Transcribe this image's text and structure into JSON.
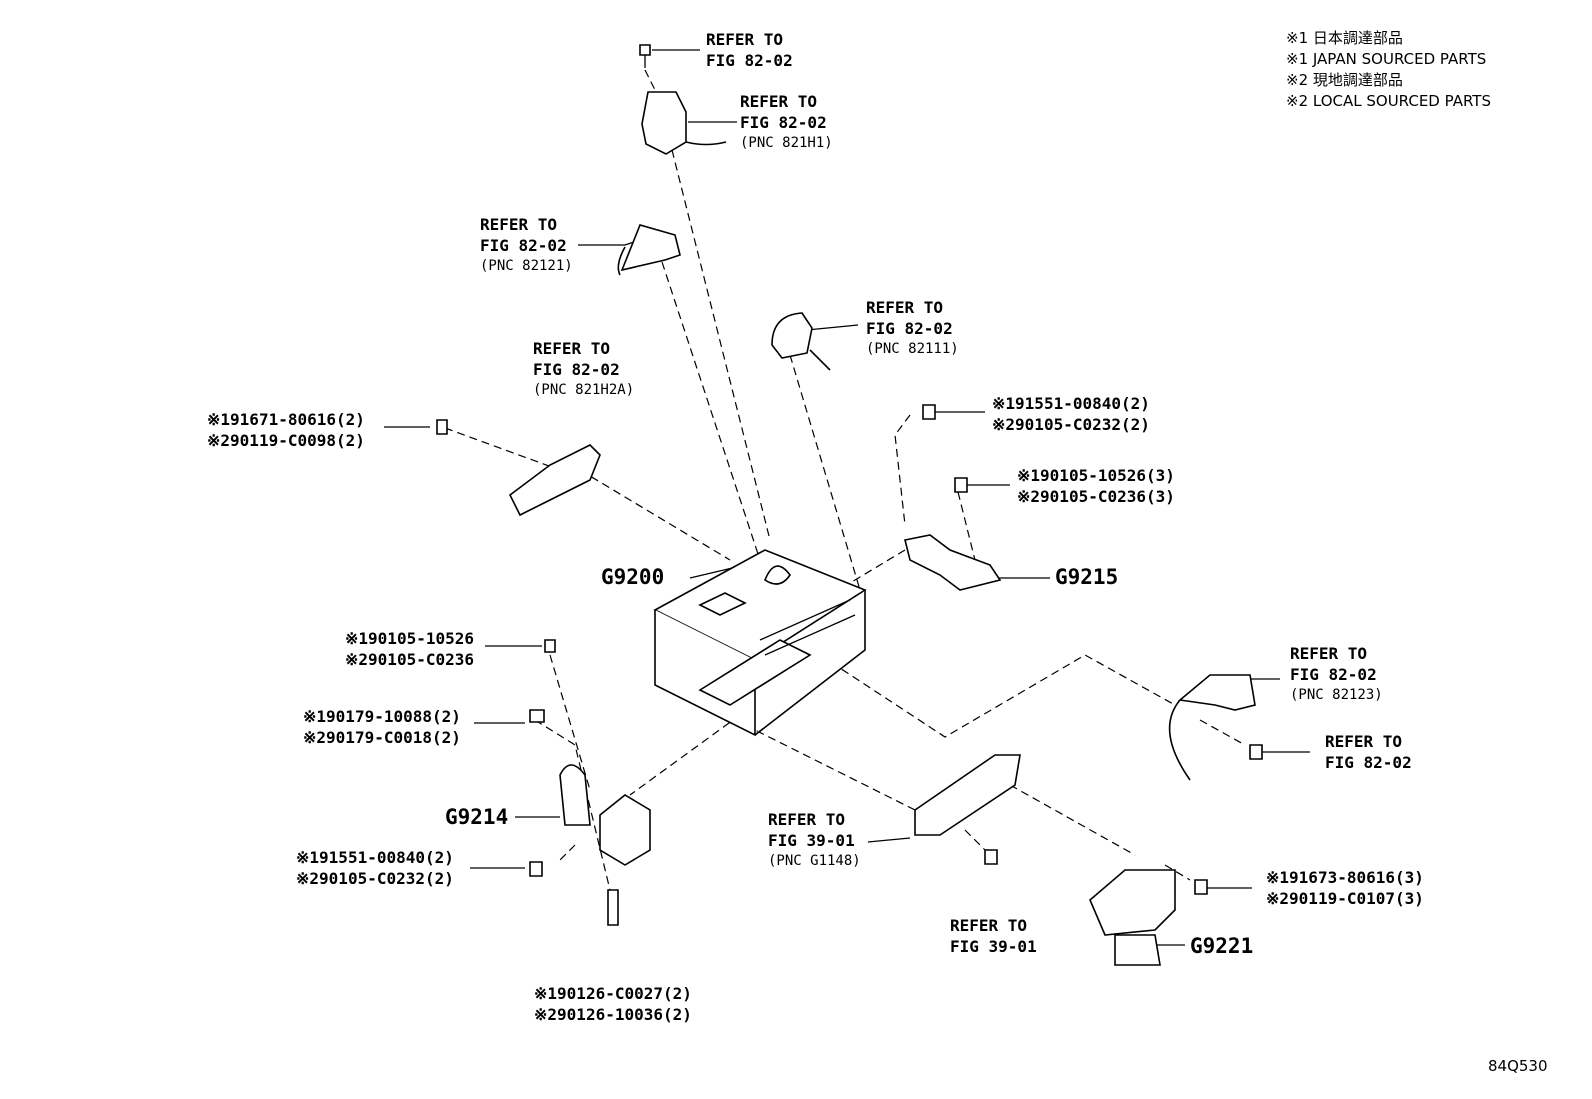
{
  "legend": [
    "※1 日本調達部品",
    "※1 JAPAN SOURCED PARTS",
    "※2 現地調達部品",
    "※2 LOCAL SOURCED PARTS"
  ],
  "figure_id": "84Q530",
  "part_codes": {
    "g9200": "G9200",
    "g9215": "G9215",
    "g9214": "G9214",
    "g9221": "G9221"
  },
  "refer_labels": {
    "top_bolt": {
      "line1": "REFER TO",
      "line2": "FIG 82-02"
    },
    "top_sensor": {
      "line1": "REFER TO",
      "line2": "FIG 82-02",
      "pnc": "(PNC 821H1)"
    },
    "left_bracket": {
      "line1": "REFER TO",
      "line2": "FIG 82-02",
      "pnc": "(PNC 82121)"
    },
    "center_clamp": {
      "line1": "REFER TO",
      "line2": "FIG 82-02",
      "pnc": "(PNC 82111)"
    },
    "left_connector": {
      "line1": "REFER TO",
      "line2": "FIG 82-02",
      "pnc": "(PNC 821H2A)"
    },
    "right_harness": {
      "line1": "REFER TO",
      "line2": "FIG 82-02",
      "pnc": "(PNC 82123)"
    },
    "right_bolt": {
      "line1": "REFER TO",
      "line2": "FIG 82-02"
    },
    "bottom_connector": {
      "line1": "REFER TO",
      "line2": "FIG 39-01",
      "pnc": "(PNC G1148)"
    },
    "bottom_bolt": {
      "line1": "REFER TO",
      "line2": "FIG 39-01"
    }
  },
  "part_numbers": {
    "left_connector_bolt": [
      "※191671-80616(2)",
      "※290119-C0098(2)"
    ],
    "right_upper_bolt": [
      "※191551-00840(2)",
      "※290105-C0232(2)"
    ],
    "right_second_bolt": [
      "※190105-10526(3)",
      "※290105-C0236(3)"
    ],
    "left_upper_bolt": [
      "※190105-10526",
      "※290105-C0236"
    ],
    "left_nut": [
      "※190179-10088(2)",
      "※290179-C0018(2)"
    ],
    "left_lower_bolt": [
      "※191551-00840(2)",
      "※290105-C0232(2)"
    ],
    "stud": [
      "※190126-C0027(2)",
      "※290126-10036(2)"
    ],
    "right_lower_bolt": [
      "※191673-80616(3)",
      "※290119-C0107(3)"
    ]
  }
}
